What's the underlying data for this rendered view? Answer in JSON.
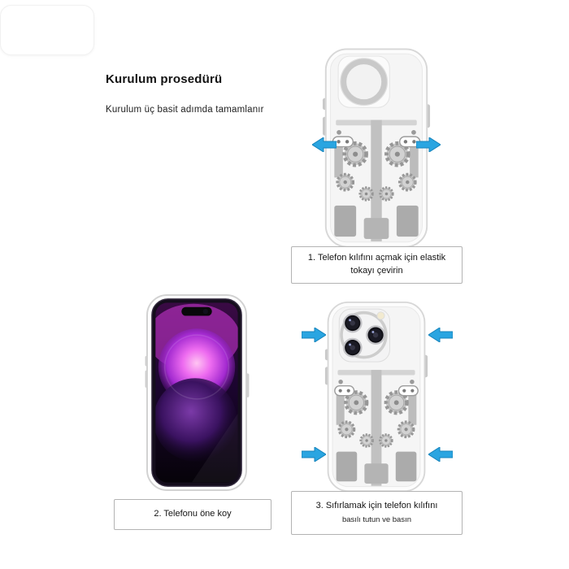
{
  "header": {
    "title": "Kurulum prosedürü",
    "subtitle": "Kurulum üç basit adımda tamamlanır"
  },
  "steps": [
    {
      "caption_line1": "1. Telefon kılıfını açmak için elastik",
      "caption_line2": "tokayı çevirin",
      "icon": "phone-case-back-open-icon"
    },
    {
      "caption_line1": "2. Telefonu öne koy",
      "icon": "phone-front-icon"
    },
    {
      "caption_line1": "3. Sıfırlamak için telefon kılıfını",
      "caption_line2": "basılı tutun ve basın",
      "icon": "phone-case-back-pressed-icon"
    }
  ],
  "colors": {
    "arrow_blue": "#2aa5e1",
    "background": "#ffffff",
    "caption_border": "#b3b3b3"
  }
}
